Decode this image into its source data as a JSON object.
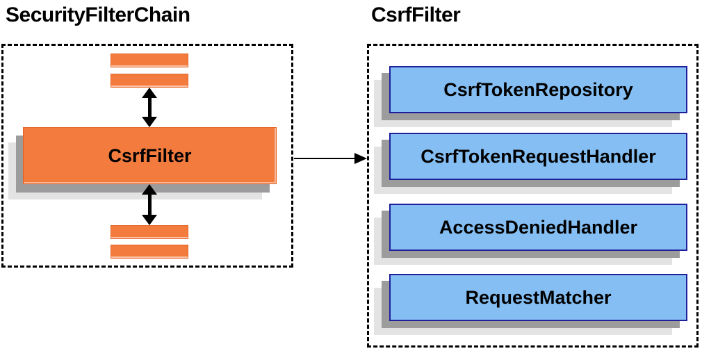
{
  "colors": {
    "orange": "#F47B3E",
    "orange_border": "#E2601F",
    "blue": "#84BEF2",
    "blue_border": "#1F1F9C",
    "shadow_dark": "#9C9C9C",
    "shadow_light": "#E3E3E3",
    "arrow": "#000000",
    "dashed_border": "#000000",
    "text": "#000000"
  },
  "left_panel": {
    "title": "SecurityFilterChain",
    "filter_node_label": "CsrfFilter",
    "top_bar_count": 2,
    "bottom_bar_count": 2
  },
  "connector": {
    "type": "arrow-right"
  },
  "right_panel": {
    "title": "CsrfFilter",
    "components": [
      {
        "label": "CsrfTokenRepository"
      },
      {
        "label": "CsrfTokenRequestHandler"
      },
      {
        "label": "AccessDeniedHandler"
      },
      {
        "label": "RequestMatcher"
      }
    ]
  }
}
